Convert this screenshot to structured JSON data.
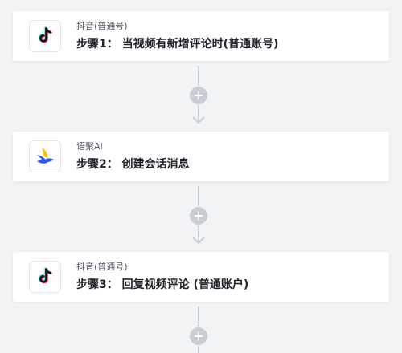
{
  "workflow": {
    "steps": [
      {
        "app_name": "抖音(普通号)",
        "icon": "tiktok-icon",
        "title": "步骤1： 当视频有新增评论时(普通账号)"
      },
      {
        "app_name": "语聚AI",
        "icon": "yuju-ai-icon",
        "title": "步骤2： 创建会话消息"
      },
      {
        "app_name": "抖音(普通号)",
        "icon": "tiktok-icon",
        "title": "步骤3： 回复视频评论 (普通账户)"
      }
    ]
  },
  "colors": {
    "background": "#f2f3f5",
    "card": "#ffffff",
    "connector": "#c9cdd4",
    "title_text": "#1f2329",
    "app_text": "#4e5563",
    "ai_icon_blue": "#2f5bea",
    "ai_icon_yellow": "#f5c20b",
    "tiktok_cyan": "#25f4ee",
    "tiktok_red": "#fe2c55"
  }
}
